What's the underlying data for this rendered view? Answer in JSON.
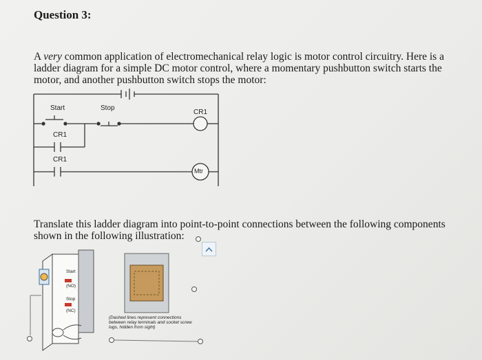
{
  "heading": "Question 3:",
  "paragraph1": {
    "before_em": "A ",
    "em": "very",
    "after_em": " common application of electromechanical relay logic is motor control circuitry. Here is a ladder diagram for a simple DC motor control, where a momentary pushbutton switch starts the motor, and another pushbutton switch stops the motor:"
  },
  "ladder": {
    "start_label": "Start",
    "stop_label": "Stop",
    "cr1_coil_label": "CR1",
    "cr1_contact1_label": "CR1",
    "cr1_contact2_label": "CR1",
    "motor_label": "Mtr"
  },
  "paragraph2": "Translate this ladder diagram into point-to-point connections between the following components shown in the following illustration:",
  "illustration": {
    "start_label": "Start",
    "start_sub": "(NO)",
    "stop_label": "Stop",
    "stop_sub": "(NC)",
    "note": "(Dashed lines represent connections between relay terminals and socket screw lugs, hidden from sight)"
  }
}
